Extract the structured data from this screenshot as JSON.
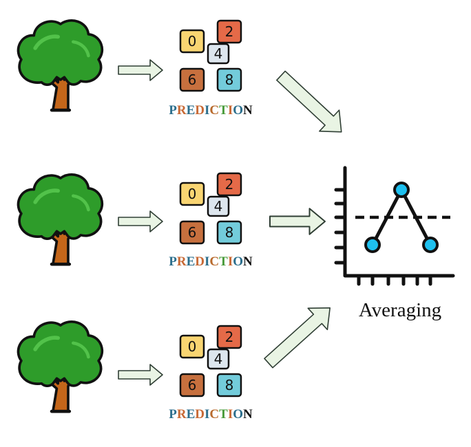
{
  "colors": {
    "outline": "#111111",
    "tree_foliage": "#2e9c2a",
    "tree_foliage_highlight": "#52c24a",
    "tree_trunk": "#c4661a",
    "arrow_fill": "#e9f4e4",
    "arrow_stroke": "#2f3e34",
    "chart_marker": "#1ec0ef"
  },
  "icons": {
    "tree": "tree-icon",
    "arrow": "arrow-right-icon",
    "digit_tiles": "number-tiles-icon",
    "line_chart": "line-chart-icon"
  },
  "branches": [
    {
      "tiles": [
        {
          "digit": "0",
          "fill": "#f9d572"
        },
        {
          "digit": "2",
          "fill": "#e56a48"
        },
        {
          "digit": "4",
          "fill": "#dde6ee"
        },
        {
          "digit": "6",
          "fill": "#c7703e"
        },
        {
          "digit": "8",
          "fill": "#73ccdb"
        }
      ],
      "label": [
        {
          "ch": "P",
          "color": "#2b6e8c"
        },
        {
          "ch": "R",
          "color": "#c86a36"
        },
        {
          "ch": "E",
          "color": "#2b6e8c"
        },
        {
          "ch": "D",
          "color": "#c86a36"
        },
        {
          "ch": "I",
          "color": "#2b6e8c"
        },
        {
          "ch": "C",
          "color": "#b86a2c"
        },
        {
          "ch": "T",
          "color": "#4a9c3c"
        },
        {
          "ch": "I",
          "color": "#c86a36"
        },
        {
          "ch": "O",
          "color": "#2b6e8c"
        },
        {
          "ch": "N",
          "color": "#111111"
        }
      ]
    },
    {
      "tiles": [
        {
          "digit": "0",
          "fill": "#f9d572"
        },
        {
          "digit": "2",
          "fill": "#e56a48"
        },
        {
          "digit": "4",
          "fill": "#dde6ee"
        },
        {
          "digit": "6",
          "fill": "#c7703e"
        },
        {
          "digit": "8",
          "fill": "#73ccdb"
        }
      ],
      "label": [
        {
          "ch": "P",
          "color": "#2b6e8c"
        },
        {
          "ch": "R",
          "color": "#c86a36"
        },
        {
          "ch": "E",
          "color": "#2b6e8c"
        },
        {
          "ch": "D",
          "color": "#c86a36"
        },
        {
          "ch": "I",
          "color": "#2b6e8c"
        },
        {
          "ch": "C",
          "color": "#b86a2c"
        },
        {
          "ch": "T",
          "color": "#4a9c3c"
        },
        {
          "ch": "I",
          "color": "#c86a36"
        },
        {
          "ch": "O",
          "color": "#2b6e8c"
        },
        {
          "ch": "N",
          "color": "#111111"
        }
      ]
    },
    {
      "tiles": [
        {
          "digit": "0",
          "fill": "#f9d572"
        },
        {
          "digit": "2",
          "fill": "#e56a48"
        },
        {
          "digit": "4",
          "fill": "#dde6ee"
        },
        {
          "digit": "6",
          "fill": "#c7703e"
        },
        {
          "digit": "8",
          "fill": "#73ccdb"
        }
      ],
      "label": [
        {
          "ch": "P",
          "color": "#2b6e8c"
        },
        {
          "ch": "R",
          "color": "#c86a36"
        },
        {
          "ch": "E",
          "color": "#2b6e8c"
        },
        {
          "ch": "D",
          "color": "#c86a36"
        },
        {
          "ch": "I",
          "color": "#2b6e8c"
        },
        {
          "ch": "C",
          "color": "#b86a2c"
        },
        {
          "ch": "T",
          "color": "#4a9c3c"
        },
        {
          "ch": "I",
          "color": "#c86a36"
        },
        {
          "ch": "O",
          "color": "#2b6e8c"
        },
        {
          "ch": "N",
          "color": "#111111"
        }
      ]
    }
  ],
  "aggregate": {
    "caption": "Averaging",
    "chart_points": [
      [
        0,
        1
      ],
      [
        1,
        3
      ],
      [
        2,
        1
      ]
    ],
    "reference_level": 2
  }
}
